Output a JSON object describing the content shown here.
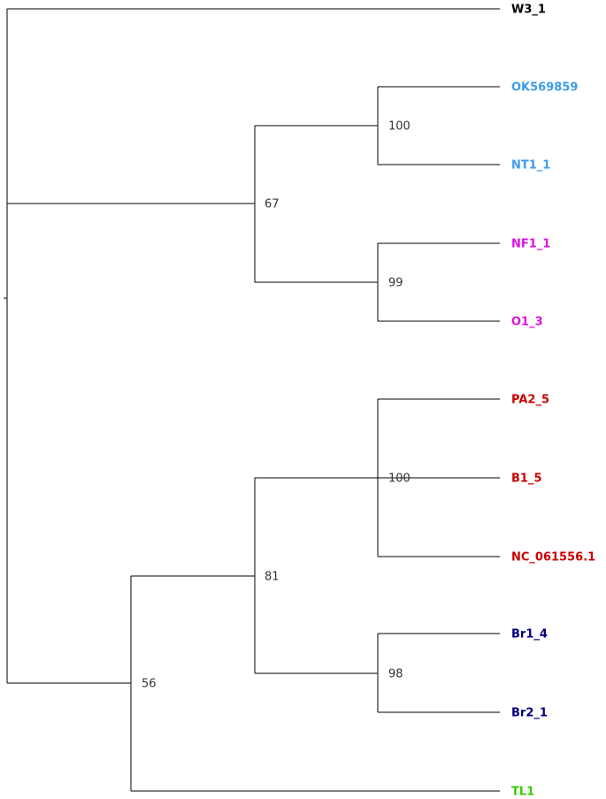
{
  "tree": {
    "tips": [
      {
        "id": "w3",
        "label": "W3_1",
        "color": "#000000"
      },
      {
        "id": "ok569859",
        "label": "OK569859",
        "color": "#3d9be9"
      },
      {
        "id": "nt1",
        "label": "NT1_1",
        "color": "#3d9be9"
      },
      {
        "id": "nf1",
        "label": "NF1_1",
        "color": "#e010e0"
      },
      {
        "id": "o1",
        "label": "O1_3",
        "color": "#e010e0"
      },
      {
        "id": "pa2",
        "label": "PA2_5",
        "color": "#cc0000"
      },
      {
        "id": "b1",
        "label": "B1_5",
        "color": "#cc0000"
      },
      {
        "id": "nc061556",
        "label": "NC_061556.1",
        "color": "#cc0000"
      },
      {
        "id": "br1",
        "label": "Br1_4",
        "color": "#00007f"
      },
      {
        "id": "br2",
        "label": "Br2_1",
        "color": "#00007f"
      },
      {
        "id": "tl1",
        "label": "TL1",
        "color": "#33cc00"
      }
    ],
    "support_values": {
      "ok569859_nt1": "100",
      "nf1_o1": "99",
      "clade_blue_magenta": "67",
      "pa2_b1_nc": "100",
      "br1_br2": "98",
      "clade_red_navy": "81",
      "clade_with_tl1": "56"
    }
  }
}
